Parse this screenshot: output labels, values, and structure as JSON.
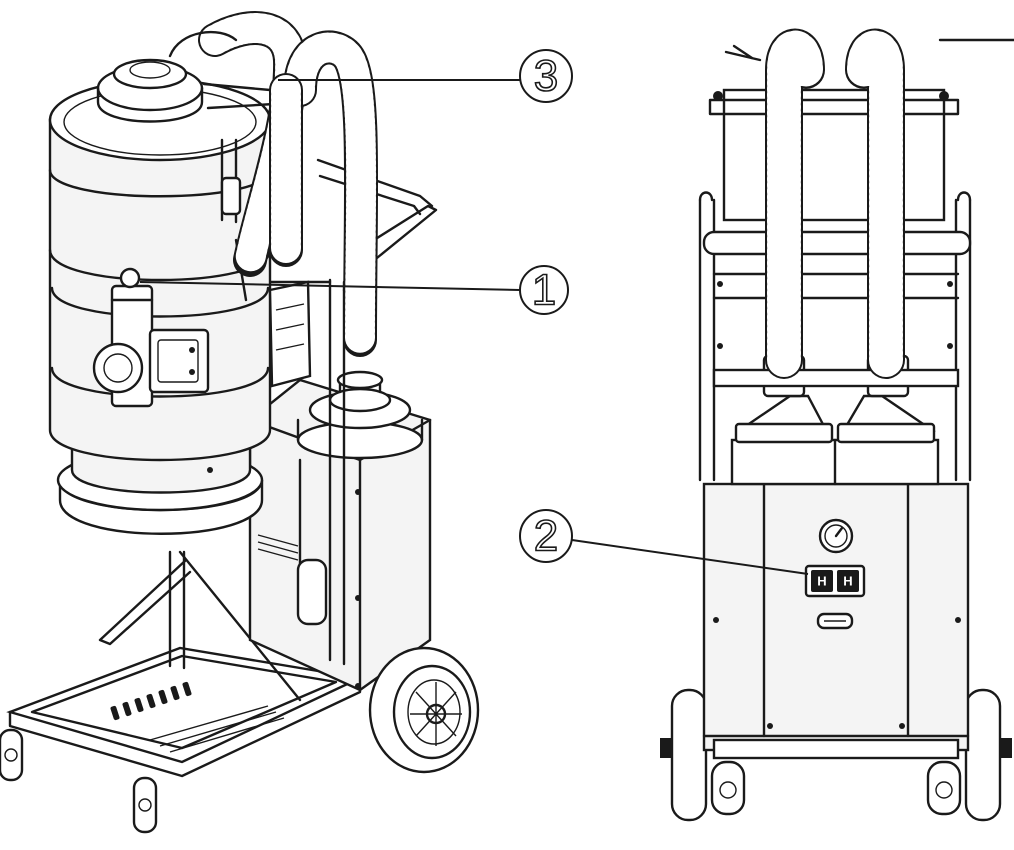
{
  "callouts": [
    {
      "id": "callout-1",
      "label": "1"
    },
    {
      "id": "callout-2",
      "label": "2"
    },
    {
      "id": "callout-3",
      "label": "3"
    }
  ],
  "panel_switches": [
    {
      "id": "switch-left",
      "label": "H"
    },
    {
      "id": "switch-right",
      "label": "H"
    }
  ],
  "colors": {
    "line": "#1a1a1a",
    "fill": "#f4f4f4",
    "background": "#ffffff"
  }
}
